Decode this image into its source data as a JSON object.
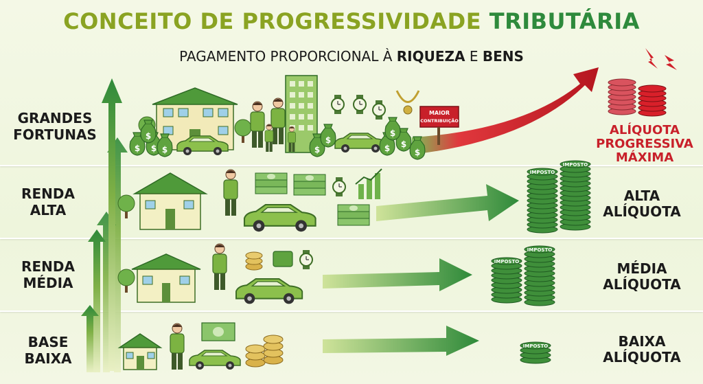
{
  "title": {
    "part1": "CONCEITO DE PROGRESSIVIDADE",
    "part2": "TRIBUTÁRIA"
  },
  "subtitle": {
    "part1": "PAGAMENTO PROPORCIONAL À ",
    "bold1": "RIQUEZA",
    "part2": " E ",
    "bold2": "BENS"
  },
  "tiers": [
    {
      "label_line1": "GRANDES",
      "label_line2": "FORTUNAS",
      "rate_line1": "ALÍQUOTA",
      "rate_line2": "PROGRESSIVA",
      "rate_line3": "MÁXIMA"
    },
    {
      "label_line1": "RENDA",
      "label_line2": "ALTA",
      "rate_line1": "ALTA",
      "rate_line2": "ALÍQUOTA"
    },
    {
      "label_line1": "RENDA",
      "label_line2": "MÉDIA",
      "rate_line1": "MÉDIA",
      "rate_line2": "ALÍQUOTA"
    },
    {
      "label_line1": "BASE",
      "label_line2": "BAIXA",
      "rate_line1": "BAIXA",
      "rate_line2": "ALÍQUOTA"
    }
  ],
  "sign": {
    "line1": "MAIOR",
    "line2": "CONTRIBUIÇÃO"
  },
  "coin_label": "IMPOSTO",
  "colors": {
    "title_olive": "#8aa322",
    "title_green": "#2e8a3c",
    "arrow_green": "#2f8a3a",
    "arrow_red": "#c8202a",
    "coin_green": "#3f8f3a",
    "coin_red": "#d9535e"
  }
}
